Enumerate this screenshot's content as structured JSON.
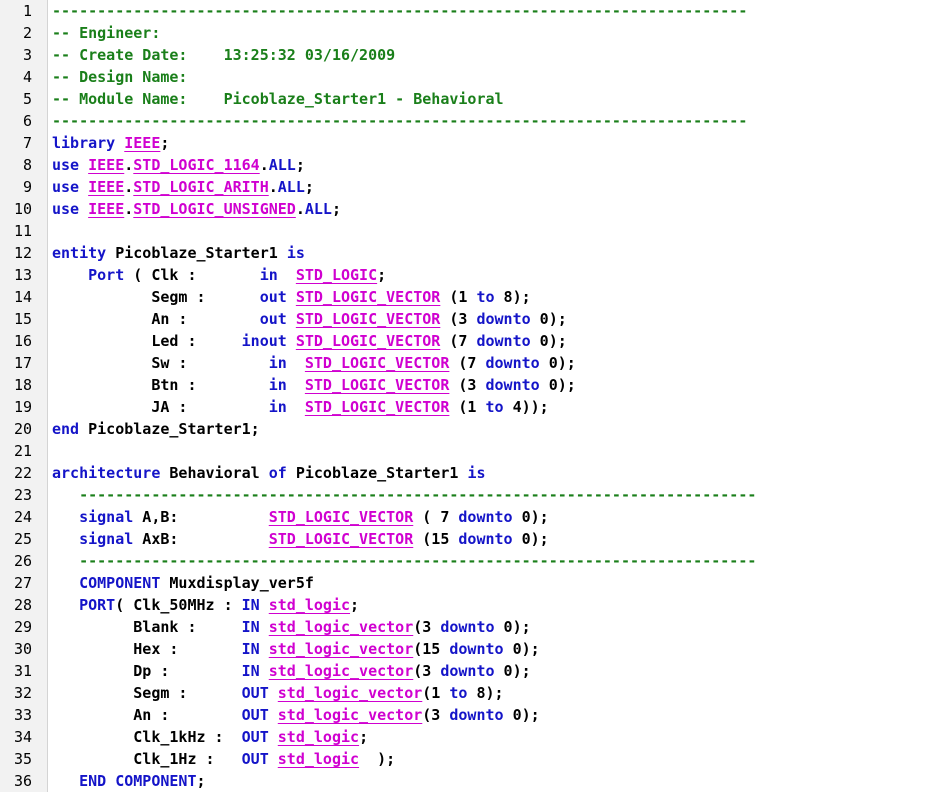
{
  "editor": {
    "colors": {
      "comment": "#1a7f1a",
      "keyword": "#1414c8",
      "type": "#d000d0",
      "plain": "#000000",
      "gutter_bg": "#f2f2f2"
    },
    "lines": [
      {
        "num": "1",
        "tokens": [
          [
            "c",
            "-----------------------------------------------------------------------------"
          ]
        ]
      },
      {
        "num": "2",
        "tokens": [
          [
            "c",
            "-- Engineer:"
          ]
        ]
      },
      {
        "num": "3",
        "tokens": [
          [
            "c",
            "-- Create Date:    13:25:32 03/16/2009"
          ]
        ]
      },
      {
        "num": "4",
        "tokens": [
          [
            "c",
            "-- Design Name:"
          ]
        ]
      },
      {
        "num": "5",
        "tokens": [
          [
            "c",
            "-- Module Name:    Picoblaze_Starter1 - Behavioral"
          ]
        ]
      },
      {
        "num": "6",
        "tokens": [
          [
            "c",
            "-----------------------------------------------------------------------------"
          ]
        ]
      },
      {
        "num": "7",
        "tokens": [
          [
            "k",
            "library "
          ],
          [
            "t",
            "IEEE"
          ],
          [
            "p",
            ";"
          ]
        ]
      },
      {
        "num": "8",
        "tokens": [
          [
            "k",
            "use "
          ],
          [
            "t",
            "IEEE"
          ],
          [
            "p",
            "."
          ],
          [
            "t",
            "STD_LOGIC_1164"
          ],
          [
            "p",
            "."
          ],
          [
            "k",
            "ALL"
          ],
          [
            "p",
            ";"
          ]
        ]
      },
      {
        "num": "9",
        "tokens": [
          [
            "k",
            "use "
          ],
          [
            "t",
            "IEEE"
          ],
          [
            "p",
            "."
          ],
          [
            "t",
            "STD_LOGIC_ARITH"
          ],
          [
            "p",
            "."
          ],
          [
            "k",
            "ALL"
          ],
          [
            "p",
            ";"
          ]
        ]
      },
      {
        "num": "10",
        "tokens": [
          [
            "k",
            "use "
          ],
          [
            "t",
            "IEEE"
          ],
          [
            "p",
            "."
          ],
          [
            "t",
            "STD_LOGIC_UNSIGNED"
          ],
          [
            "p",
            "."
          ],
          [
            "k",
            "ALL"
          ],
          [
            "p",
            ";"
          ]
        ]
      },
      {
        "num": "11",
        "tokens": []
      },
      {
        "num": "12",
        "tokens": [
          [
            "k",
            "entity "
          ],
          [
            "p",
            "Picoblaze_Starter1 "
          ],
          [
            "k",
            "is"
          ]
        ]
      },
      {
        "num": "13",
        "tokens": [
          [
            "p",
            "    "
          ],
          [
            "k",
            "Port"
          ],
          [
            "p",
            " ( Clk :       "
          ],
          [
            "k",
            "in"
          ],
          [
            "p",
            "  "
          ],
          [
            "t",
            "STD_LOGIC"
          ],
          [
            "p",
            ";"
          ]
        ]
      },
      {
        "num": "14",
        "tokens": [
          [
            "p",
            "           Segm :      "
          ],
          [
            "k",
            "out"
          ],
          [
            "p",
            " "
          ],
          [
            "t",
            "STD_LOGIC_VECTOR"
          ],
          [
            "p",
            " (1 "
          ],
          [
            "k",
            "to"
          ],
          [
            "p",
            " 8);"
          ]
        ]
      },
      {
        "num": "15",
        "tokens": [
          [
            "p",
            "           An :        "
          ],
          [
            "k",
            "out"
          ],
          [
            "p",
            " "
          ],
          [
            "t",
            "STD_LOGIC_VECTOR"
          ],
          [
            "p",
            " (3 "
          ],
          [
            "k",
            "downto"
          ],
          [
            "p",
            " 0);"
          ]
        ]
      },
      {
        "num": "16",
        "tokens": [
          [
            "p",
            "           Led :     "
          ],
          [
            "k",
            "inout"
          ],
          [
            "p",
            " "
          ],
          [
            "t",
            "STD_LOGIC_VECTOR"
          ],
          [
            "p",
            " (7 "
          ],
          [
            "k",
            "downto"
          ],
          [
            "p",
            " 0);"
          ]
        ]
      },
      {
        "num": "17",
        "tokens": [
          [
            "p",
            "           Sw :         "
          ],
          [
            "k",
            "in"
          ],
          [
            "p",
            "  "
          ],
          [
            "t",
            "STD_LOGIC_VECTOR"
          ],
          [
            "p",
            " (7 "
          ],
          [
            "k",
            "downto"
          ],
          [
            "p",
            " 0);"
          ]
        ]
      },
      {
        "num": "18",
        "tokens": [
          [
            "p",
            "           Btn :        "
          ],
          [
            "k",
            "in"
          ],
          [
            "p",
            "  "
          ],
          [
            "t",
            "STD_LOGIC_VECTOR"
          ],
          [
            "p",
            " (3 "
          ],
          [
            "k",
            "downto"
          ],
          [
            "p",
            " 0);"
          ]
        ]
      },
      {
        "num": "19",
        "tokens": [
          [
            "p",
            "           JA :         "
          ],
          [
            "k",
            "in"
          ],
          [
            "p",
            "  "
          ],
          [
            "t",
            "STD_LOGIC_VECTOR"
          ],
          [
            "p",
            " (1 "
          ],
          [
            "k",
            "to"
          ],
          [
            "p",
            " 4));"
          ]
        ]
      },
      {
        "num": "20",
        "tokens": [
          [
            "k",
            "end "
          ],
          [
            "p",
            "Picoblaze_Starter1;"
          ]
        ]
      },
      {
        "num": "21",
        "tokens": []
      },
      {
        "num": "22",
        "tokens": [
          [
            "k",
            "architecture "
          ],
          [
            "p",
            "Behavioral "
          ],
          [
            "k",
            "of"
          ],
          [
            "p",
            " Picoblaze_Starter1 "
          ],
          [
            "k",
            "is"
          ]
        ]
      },
      {
        "num": "23",
        "tokens": [
          [
            "p",
            "   "
          ],
          [
            "c",
            "---------------------------------------------------------------------------"
          ]
        ]
      },
      {
        "num": "24",
        "tokens": [
          [
            "p",
            "   "
          ],
          [
            "k",
            "signal"
          ],
          [
            "p",
            " A,B:          "
          ],
          [
            "t",
            "STD_LOGIC_VECTOR"
          ],
          [
            "p",
            " ( 7 "
          ],
          [
            "k",
            "downto"
          ],
          [
            "p",
            " 0);"
          ]
        ]
      },
      {
        "num": "25",
        "tokens": [
          [
            "p",
            "   "
          ],
          [
            "k",
            "signal"
          ],
          [
            "p",
            " AxB:          "
          ],
          [
            "t",
            "STD_LOGIC_VECTOR"
          ],
          [
            "p",
            " (15 "
          ],
          [
            "k",
            "downto"
          ],
          [
            "p",
            " 0);"
          ]
        ]
      },
      {
        "num": "26",
        "tokens": [
          [
            "p",
            "   "
          ],
          [
            "c",
            "---------------------------------------------------------------------------"
          ]
        ]
      },
      {
        "num": "27",
        "tokens": [
          [
            "p",
            "   "
          ],
          [
            "k",
            "COMPONENT"
          ],
          [
            "p",
            " Muxdisplay_ver5f"
          ]
        ]
      },
      {
        "num": "28",
        "tokens": [
          [
            "p",
            "   "
          ],
          [
            "k",
            "PORT"
          ],
          [
            "p",
            "( Clk_50MHz : "
          ],
          [
            "k",
            "IN"
          ],
          [
            "p",
            " "
          ],
          [
            "t",
            "std_logic"
          ],
          [
            "p",
            ";"
          ]
        ]
      },
      {
        "num": "29",
        "tokens": [
          [
            "p",
            "         Blank :     "
          ],
          [
            "k",
            "IN"
          ],
          [
            "p",
            " "
          ],
          [
            "t",
            "std_logic_vector"
          ],
          [
            "p",
            "(3 "
          ],
          [
            "k",
            "downto"
          ],
          [
            "p",
            " 0);"
          ]
        ]
      },
      {
        "num": "30",
        "tokens": [
          [
            "p",
            "         Hex :       "
          ],
          [
            "k",
            "IN"
          ],
          [
            "p",
            " "
          ],
          [
            "t",
            "std_logic_vector"
          ],
          [
            "p",
            "(15 "
          ],
          [
            "k",
            "downto"
          ],
          [
            "p",
            " 0);"
          ]
        ]
      },
      {
        "num": "31",
        "tokens": [
          [
            "p",
            "         Dp :        "
          ],
          [
            "k",
            "IN"
          ],
          [
            "p",
            " "
          ],
          [
            "t",
            "std_logic_vector"
          ],
          [
            "p",
            "(3 "
          ],
          [
            "k",
            "downto"
          ],
          [
            "p",
            " 0);"
          ]
        ]
      },
      {
        "num": "32",
        "tokens": [
          [
            "p",
            "         Segm :      "
          ],
          [
            "k",
            "OUT"
          ],
          [
            "p",
            " "
          ],
          [
            "t",
            "std_logic_vector"
          ],
          [
            "p",
            "(1 "
          ],
          [
            "k",
            "to"
          ],
          [
            "p",
            " 8);"
          ]
        ]
      },
      {
        "num": "33",
        "tokens": [
          [
            "p",
            "         An :        "
          ],
          [
            "k",
            "OUT"
          ],
          [
            "p",
            " "
          ],
          [
            "t",
            "std_logic_vector"
          ],
          [
            "p",
            "(3 "
          ],
          [
            "k",
            "downto"
          ],
          [
            "p",
            " 0);"
          ]
        ]
      },
      {
        "num": "34",
        "tokens": [
          [
            "p",
            "         Clk_1kHz :  "
          ],
          [
            "k",
            "OUT"
          ],
          [
            "p",
            " "
          ],
          [
            "t",
            "std_logic"
          ],
          [
            "p",
            ";"
          ]
        ]
      },
      {
        "num": "35",
        "tokens": [
          [
            "p",
            "         Clk_1Hz :   "
          ],
          [
            "k",
            "OUT"
          ],
          [
            "p",
            " "
          ],
          [
            "t",
            "std_logic"
          ],
          [
            "p",
            "  );"
          ]
        ]
      },
      {
        "num": "36",
        "tokens": [
          [
            "p",
            "   "
          ],
          [
            "k",
            "END COMPONENT"
          ],
          [
            "p",
            ";"
          ]
        ]
      }
    ]
  }
}
